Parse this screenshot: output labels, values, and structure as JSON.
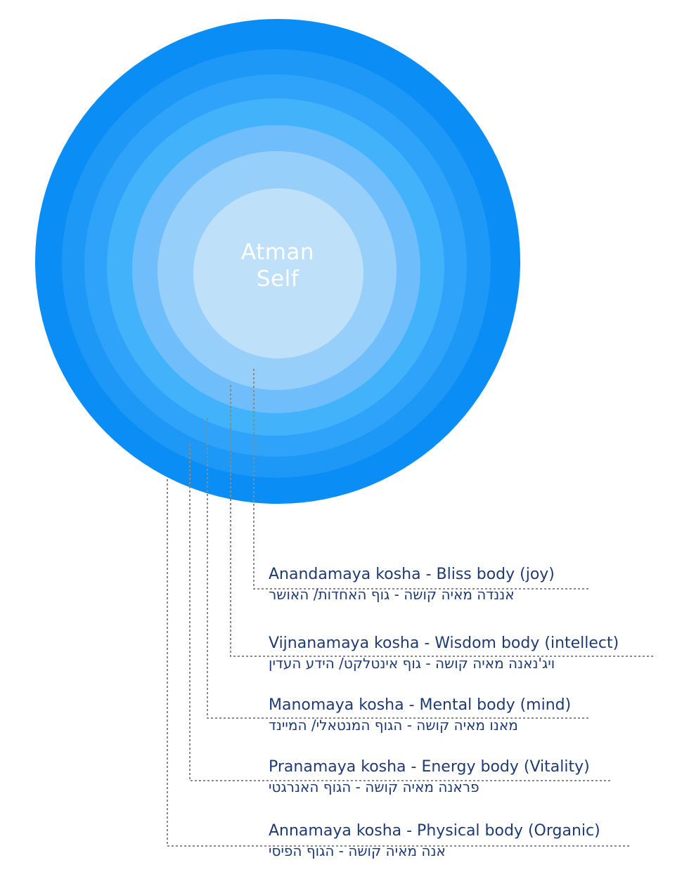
{
  "center": {
    "line1": "Atman",
    "line2": "Self"
  },
  "rings": [
    {
      "name": "outer-ring",
      "color": "#0a8df5"
    },
    {
      "name": "ring-2",
      "color": "#1e98f7"
    },
    {
      "name": "ring-3",
      "color": "#2ea3f9"
    },
    {
      "name": "ring-4",
      "color": "#42b3fb"
    },
    {
      "name": "ring-5",
      "color": "#6fbdfb"
    },
    {
      "name": "ring-6",
      "color": "#97cffb"
    },
    {
      "name": "core",
      "color": "#bfe0f9"
    }
  ],
  "layers": [
    {
      "en": "Anandamaya  kosha - Bliss body (joy)",
      "he": "אננדה מאיה קושה -  גוף האחדות/ האושר"
    },
    {
      "en": "Vijnanamaya kosha - Wisdom  body (intellect)",
      "he": "ויג'נאנה מאיה קושה - גוף אינטלקט/ הידע העדין"
    },
    {
      "en": "Manomaya kosha - Mental body (mind)",
      "he": "מאנו מאיה קושה -  הגוף המנטאלי/ המיינד"
    },
    {
      "en": "Pranamaya kosha - Energy body (Vitality)",
      "he": "פראנה מאיה קושה - הגוף האנרגטי"
    },
    {
      "en": "Annamaya kosha - Physical body (Organic)",
      "he": "אנה מאיה קושה - הגוף הפיסי"
    }
  ]
}
